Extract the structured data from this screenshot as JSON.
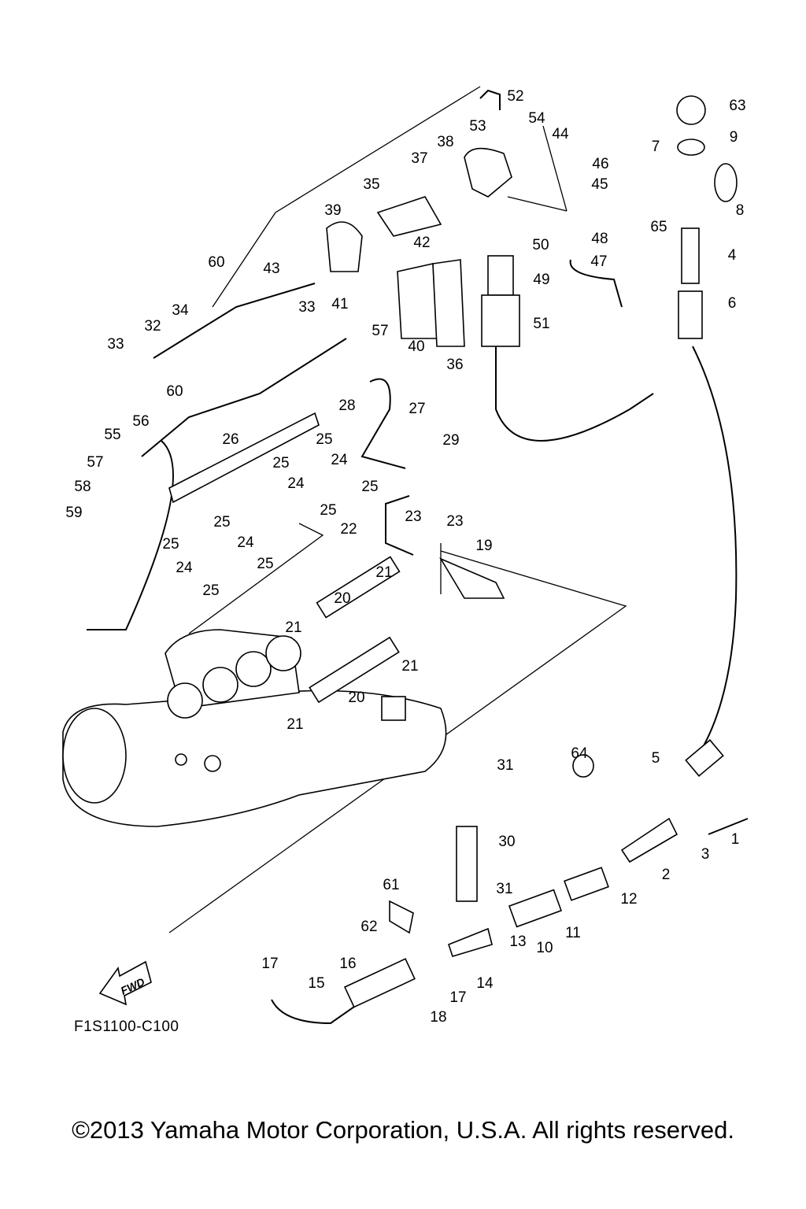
{
  "diagram": {
    "callouts": [
      "52",
      "53",
      "54",
      "63",
      "44",
      "38",
      "9",
      "7",
      "37",
      "46",
      "45",
      "35",
      "8",
      "39",
      "65",
      "48",
      "50",
      "42",
      "4",
      "60",
      "43",
      "47",
      "49",
      "33",
      "6",
      "34",
      "32",
      "51",
      "41",
      "57",
      "40",
      "33",
      "36",
      "60",
      "27",
      "28",
      "56",
      "55",
      "26",
      "25",
      "29",
      "57",
      "25",
      "24",
      "58",
      "24",
      "25",
      "59",
      "25",
      "24",
      "25",
      "22",
      "23",
      "23",
      "19",
      "25",
      "24",
      "25",
      "25",
      "21",
      "20",
      "21",
      "21",
      "20",
      "21",
      "64",
      "5",
      "31",
      "1",
      "3",
      "30",
      "2",
      "12",
      "31",
      "61",
      "11",
      "10",
      "62",
      "13",
      "14",
      "17",
      "16",
      "15",
      "17",
      "18"
    ],
    "fwd_arrow_text": "FWD",
    "drawing_code": "F1S1100-C100"
  },
  "footer": {
    "copyright": "©2013 Yamaha Motor Corporation, U.S.A. All rights reserved."
  }
}
